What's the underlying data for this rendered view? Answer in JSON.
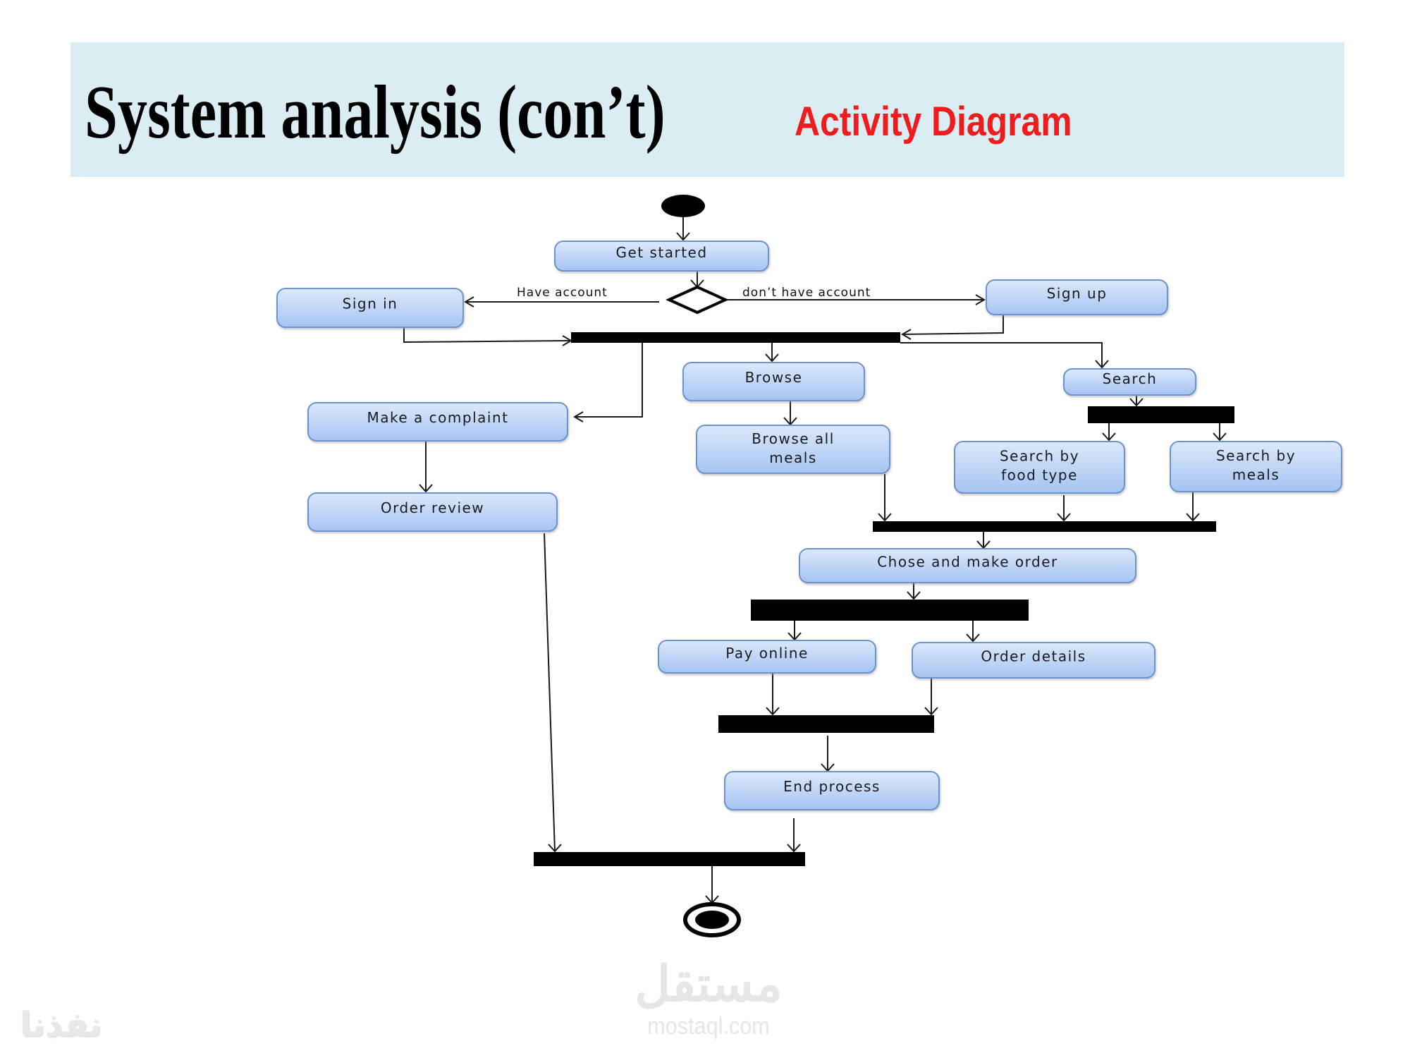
{
  "slide": {
    "title": "System analysis (con’t)",
    "subtitle": "Activity Diagram",
    "header_bg_color": "#daedf3",
    "subtitle_color": "#ee1c1c"
  },
  "diagram": {
    "type": "uml-activity",
    "nodes": {
      "start": {
        "kind": "initial"
      },
      "get_started": {
        "kind": "action",
        "label": "Get started"
      },
      "decision": {
        "kind": "decision"
      },
      "sign_in": {
        "kind": "action",
        "label": "Sign in"
      },
      "sign_up": {
        "kind": "action",
        "label": "Sign up"
      },
      "fork_main": {
        "kind": "fork"
      },
      "browse": {
        "kind": "action",
        "label": "Browse"
      },
      "search": {
        "kind": "action",
        "label": "Search"
      },
      "make_complaint": {
        "kind": "action",
        "label": "Make a complaint"
      },
      "browse_all_meals": {
        "kind": "action",
        "label": [
          "Browse all",
          "meals"
        ]
      },
      "fork_search": {
        "kind": "fork"
      },
      "search_food_type": {
        "kind": "action",
        "label": [
          "Search by",
          "food type"
        ]
      },
      "search_meals": {
        "kind": "action",
        "label": [
          "Search by",
          "meals"
        ]
      },
      "order_review": {
        "kind": "action",
        "label": "Order review"
      },
      "join_choose": {
        "kind": "join"
      },
      "chose_order": {
        "kind": "action",
        "label": "Chose and make order"
      },
      "fork_order": {
        "kind": "fork"
      },
      "pay_online": {
        "kind": "action",
        "label": "Pay online"
      },
      "order_details": {
        "kind": "action",
        "label": "Order details"
      },
      "join_end": {
        "kind": "join"
      },
      "end_process": {
        "kind": "action",
        "label": "End process"
      },
      "join_final": {
        "kind": "join"
      },
      "final": {
        "kind": "final"
      }
    },
    "edges": [
      {
        "from": "start",
        "to": "get_started"
      },
      {
        "from": "get_started",
        "to": "decision"
      },
      {
        "from": "decision",
        "to": "sign_in",
        "guard": "Have account"
      },
      {
        "from": "decision",
        "to": "sign_up",
        "guard": "don’t have account"
      },
      {
        "from": "sign_in",
        "to": "fork_main"
      },
      {
        "from": "sign_up",
        "to": "fork_main"
      },
      {
        "from": "fork_main",
        "to": "make_complaint"
      },
      {
        "from": "fork_main",
        "to": "browse"
      },
      {
        "from": "fork_main",
        "to": "search"
      },
      {
        "from": "make_complaint",
        "to": "order_review"
      },
      {
        "from": "browse",
        "to": "browse_all_meals"
      },
      {
        "from": "search",
        "to": "fork_search"
      },
      {
        "from": "fork_search",
        "to": "search_food_type"
      },
      {
        "from": "fork_search",
        "to": "search_meals"
      },
      {
        "from": "browse_all_meals",
        "to": "join_choose"
      },
      {
        "from": "search_food_type",
        "to": "join_choose"
      },
      {
        "from": "search_meals",
        "to": "join_choose"
      },
      {
        "from": "join_choose",
        "to": "chose_order"
      },
      {
        "from": "chose_order",
        "to": "fork_order"
      },
      {
        "from": "fork_order",
        "to": "pay_online"
      },
      {
        "from": "fork_order",
        "to": "order_details"
      },
      {
        "from": "pay_online",
        "to": "join_end"
      },
      {
        "from": "order_details",
        "to": "join_end"
      },
      {
        "from": "join_end",
        "to": "end_process"
      },
      {
        "from": "order_review",
        "to": "join_final"
      },
      {
        "from": "end_process",
        "to": "join_final"
      },
      {
        "from": "join_final",
        "to": "final"
      }
    ],
    "colors": {
      "action_fill_top": "#dbe8fb",
      "action_fill_bottom": "#a5c4f2",
      "action_border": "#6d93cc",
      "bar": "#000000"
    }
  },
  "watermarks": {
    "center_arabic": "مستقل",
    "center_url": "mostaql.com",
    "left_arabic": "نفذنا"
  }
}
